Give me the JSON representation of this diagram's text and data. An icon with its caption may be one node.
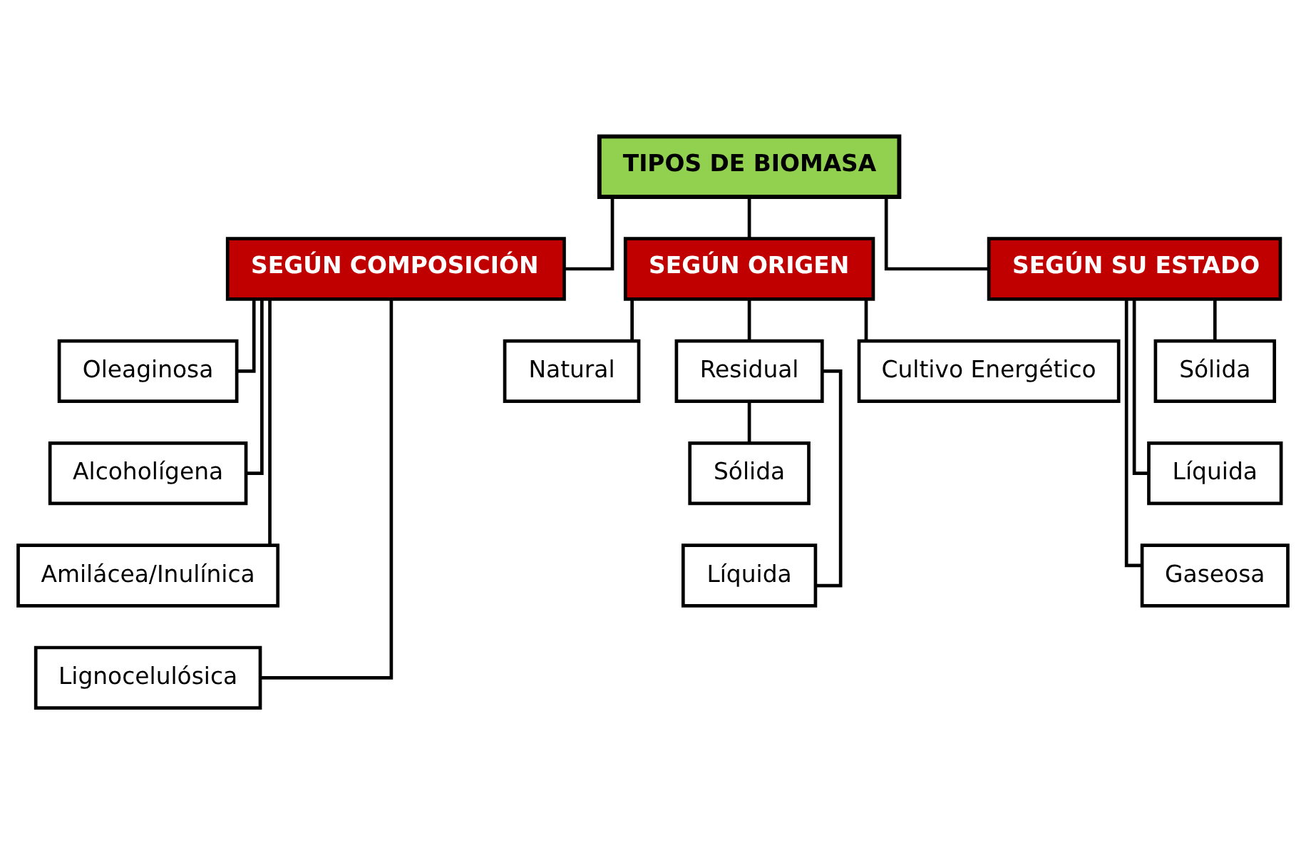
{
  "diagram": {
    "nodes": [
      {
        "text": [
          "TIPOS DE BIOMASA"
        ]
      },
      {
        "text": [
          "SEGÚN COMPOSICIÓN"
        ]
      },
      {
        "text": [
          "SEGÚN ORIGEN"
        ]
      },
      {
        "text": [
          "SEGÚN SU ESTADO"
        ]
      },
      {
        "text": [
          "Oleaginosa"
        ]
      },
      {
        "text": [
          "Alcoholígena"
        ]
      },
      {
        "text": [
          "Amilácea/Inulínica"
        ]
      },
      {
        "text": [
          "Lignocelulósica"
        ]
      },
      {
        "text": [
          "Natural"
        ]
      },
      {
        "text": [
          "Residual"
        ]
      },
      {
        "text": [
          "Cultivo Energético"
        ]
      },
      {
        "text": [
          "Sólida"
        ]
      },
      {
        "text": [
          "Líquida"
        ]
      },
      {
        "text": [
          "Sólida"
        ]
      },
      {
        "text": [
          "Líquida"
        ]
      },
      {
        "text": [
          "Gaseosa"
        ]
      }
    ],
    "edges": [
      {
        "from": 0,
        "to": 1,
        "arrow": "none"
      },
      {
        "from": 0,
        "to": 2,
        "arrow": "none"
      },
      {
        "from": 0,
        "to": 3,
        "arrow": "none"
      },
      {
        "from": 1,
        "to": 4,
        "arrow": "none"
      },
      {
        "from": 1,
        "to": 5,
        "arrow": "none"
      },
      {
        "from": 1,
        "to": 6,
        "arrow": "none"
      },
      {
        "from": 1,
        "to": 7,
        "arrow": "none"
      },
      {
        "from": 2,
        "to": 8,
        "arrow": "none"
      },
      {
        "from": 2,
        "to": 9,
        "arrow": "none"
      },
      {
        "from": 2,
        "to": 10,
        "arrow": "none"
      },
      {
        "from": 9,
        "to": 11,
        "arrow": "none"
      },
      {
        "from": 9,
        "to": 12,
        "arrow": "none"
      },
      {
        "from": 3,
        "to": 13,
        "arrow": "none"
      },
      {
        "from": 3,
        "to": 14,
        "arrow": "none"
      },
      {
        "from": 3,
        "to": 15,
        "arrow": "none"
      }
    ]
  }
}
